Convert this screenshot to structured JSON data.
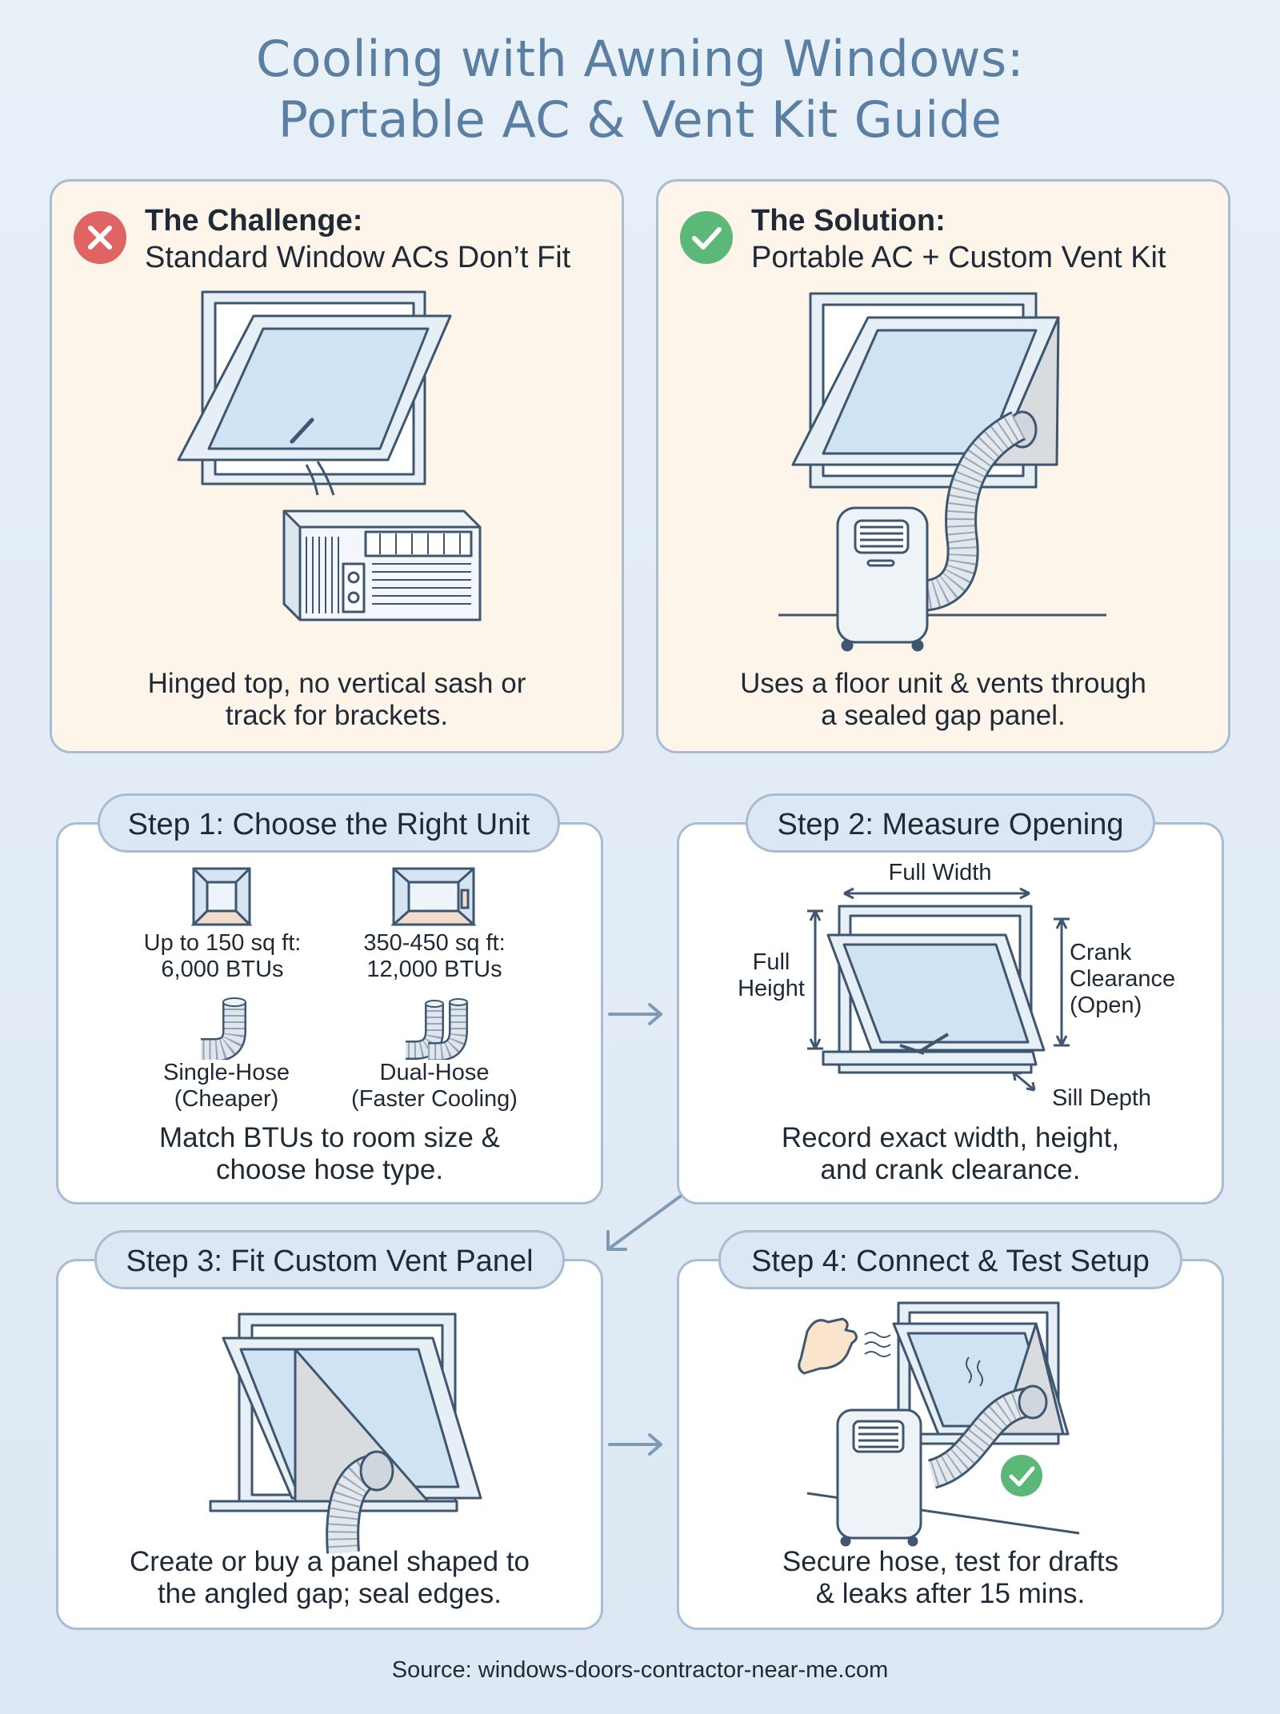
{
  "title": {
    "line1": "Cooling with Awning Windows:",
    "line2": "Portable AC & Vent Kit Guide"
  },
  "challenge": {
    "heading": "The Challenge:",
    "subheading": "Standard Window ACs Don’t Fit",
    "caption_line1": "Hinged top, no vertical sash or",
    "caption_line2": "track for brackets.",
    "icon": "x-circle-icon",
    "icon_color": "#e06464"
  },
  "solution": {
    "heading": "The Solution:",
    "subheading": "Portable AC + Custom Vent Kit",
    "caption_line1": "Uses a floor unit & vents through",
    "caption_line2": "a sealed gap panel.",
    "icon": "check-circle-icon",
    "icon_color": "#5cb878"
  },
  "step1": {
    "title": "Step 1: Choose the Right Unit",
    "small_room_line1": "Up to 150 sq ft:",
    "small_room_line2": "6,000 BTUs",
    "large_room_line1": "350-450 sq ft:",
    "large_room_line2": "12,000 BTUs",
    "single_hose_line1": "Single-Hose",
    "single_hose_line2": "(Cheaper)",
    "dual_hose_line1": "Dual-Hose",
    "dual_hose_line2": "(Faster Cooling)",
    "caption_line1": "Match BTUs to room size &",
    "caption_line2": "choose hose type."
  },
  "step2": {
    "title": "Step 2: Measure Opening",
    "full_width": "Full Width",
    "full_height_line1": "Full",
    "full_height_line2": "Height",
    "crank_line1": "Crank",
    "crank_line2": "Clearance",
    "crank_line3": "(Open)",
    "sill_depth": "Sill Depth",
    "caption_line1": "Record exact width, height,",
    "caption_line2": "and crank clearance."
  },
  "step3": {
    "title": "Step 3: Fit Custom Vent Panel",
    "caption_line1": "Create or buy a panel shaped to",
    "caption_line2": "the angled gap; seal edges."
  },
  "step4": {
    "title": "Step 4: Connect & Test Setup",
    "caption_line1": "Secure hose, test for drafts",
    "caption_line2": "& leaks after 15 mins."
  },
  "source": "Source: windows-doors-contractor-near-me.com",
  "colors": {
    "title": "#5b7fa3",
    "card_border": "#a8bcd3",
    "challenge_bg": "#fdf4ea",
    "pill_bg": "#dbe7f3",
    "glass": "#cfe3f3",
    "frame": "#e6eef6",
    "line": "#3f5670",
    "panel": "#d9dcdf"
  }
}
